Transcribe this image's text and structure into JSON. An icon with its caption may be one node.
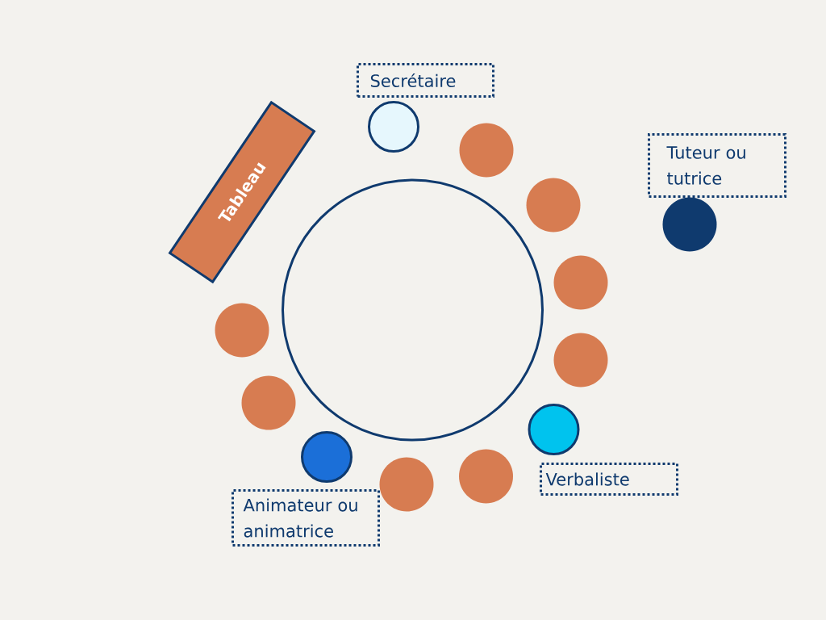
{
  "diagram": {
    "nodes": [
      {
        "text": [
          "Secrétaire"
        ]
      },
      {
        "text": [
          "Tableau"
        ]
      },
      {
        "text": [],
        "shape": "circle"
      },
      {
        "text": [
          "Tuteur ou tutrice"
        ]
      },
      {
        "text": [],
        "shape": "circle"
      },
      {
        "text": [],
        "shape": "circle"
      },
      {
        "text": [],
        "shape": "circle"
      },
      {
        "text": [],
        "shape": "circle"
      },
      {
        "text": [],
        "shape": "circle"
      },
      {
        "text": [],
        "shape": "circle"
      },
      {
        "text": [],
        "shape": "circle"
      },
      {
        "text": [],
        "shape": "circle"
      },
      {
        "text": [],
        "shape": "circle"
      },
      {
        "text": [],
        "shape": "circle"
      },
      {
        "text": [],
        "shape": "circle"
      },
      {
        "text": [
          "Verbaliste"
        ]
      },
      {
        "text": [],
        "shape": "circle"
      },
      {
        "text": [
          "Animateur ou animatrice"
        ]
      }
    ]
  }
}
